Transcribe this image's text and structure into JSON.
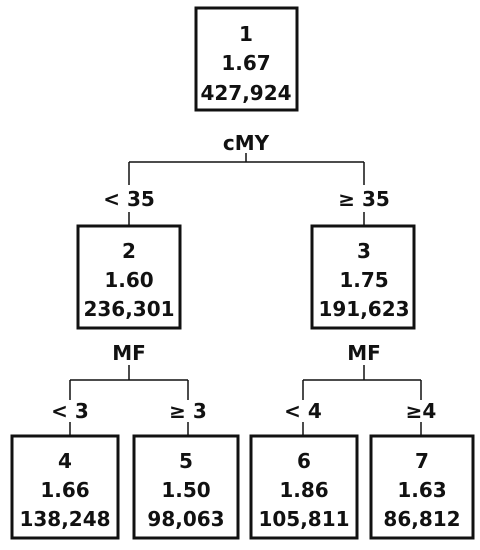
{
  "colors": {
    "stroke": "#111111",
    "text": "#111111",
    "background": "#ffffff"
  },
  "nodes": [
    {
      "id": "1",
      "mean": "1.67",
      "count": "427,924"
    },
    {
      "id": "2",
      "mean": "1.60",
      "count": "236,301"
    },
    {
      "id": "3",
      "mean": "1.75",
      "count": "191,623"
    },
    {
      "id": "4",
      "mean": "1.66",
      "count": "138,248"
    },
    {
      "id": "5",
      "mean": "1.50",
      "count": "98,063"
    },
    {
      "id": "6",
      "mean": "1.86",
      "count": "105,811"
    },
    {
      "id": "7",
      "mean": "1.63",
      "count": "86,812"
    }
  ],
  "splits": [
    {
      "variable": "cMY",
      "left": "< 35",
      "right": "≥ 35"
    },
    {
      "variable": "MF",
      "left": "< 3",
      "right": "≥ 3"
    },
    {
      "variable": "MF",
      "left": "< 4",
      "right": "≥4"
    }
  ]
}
